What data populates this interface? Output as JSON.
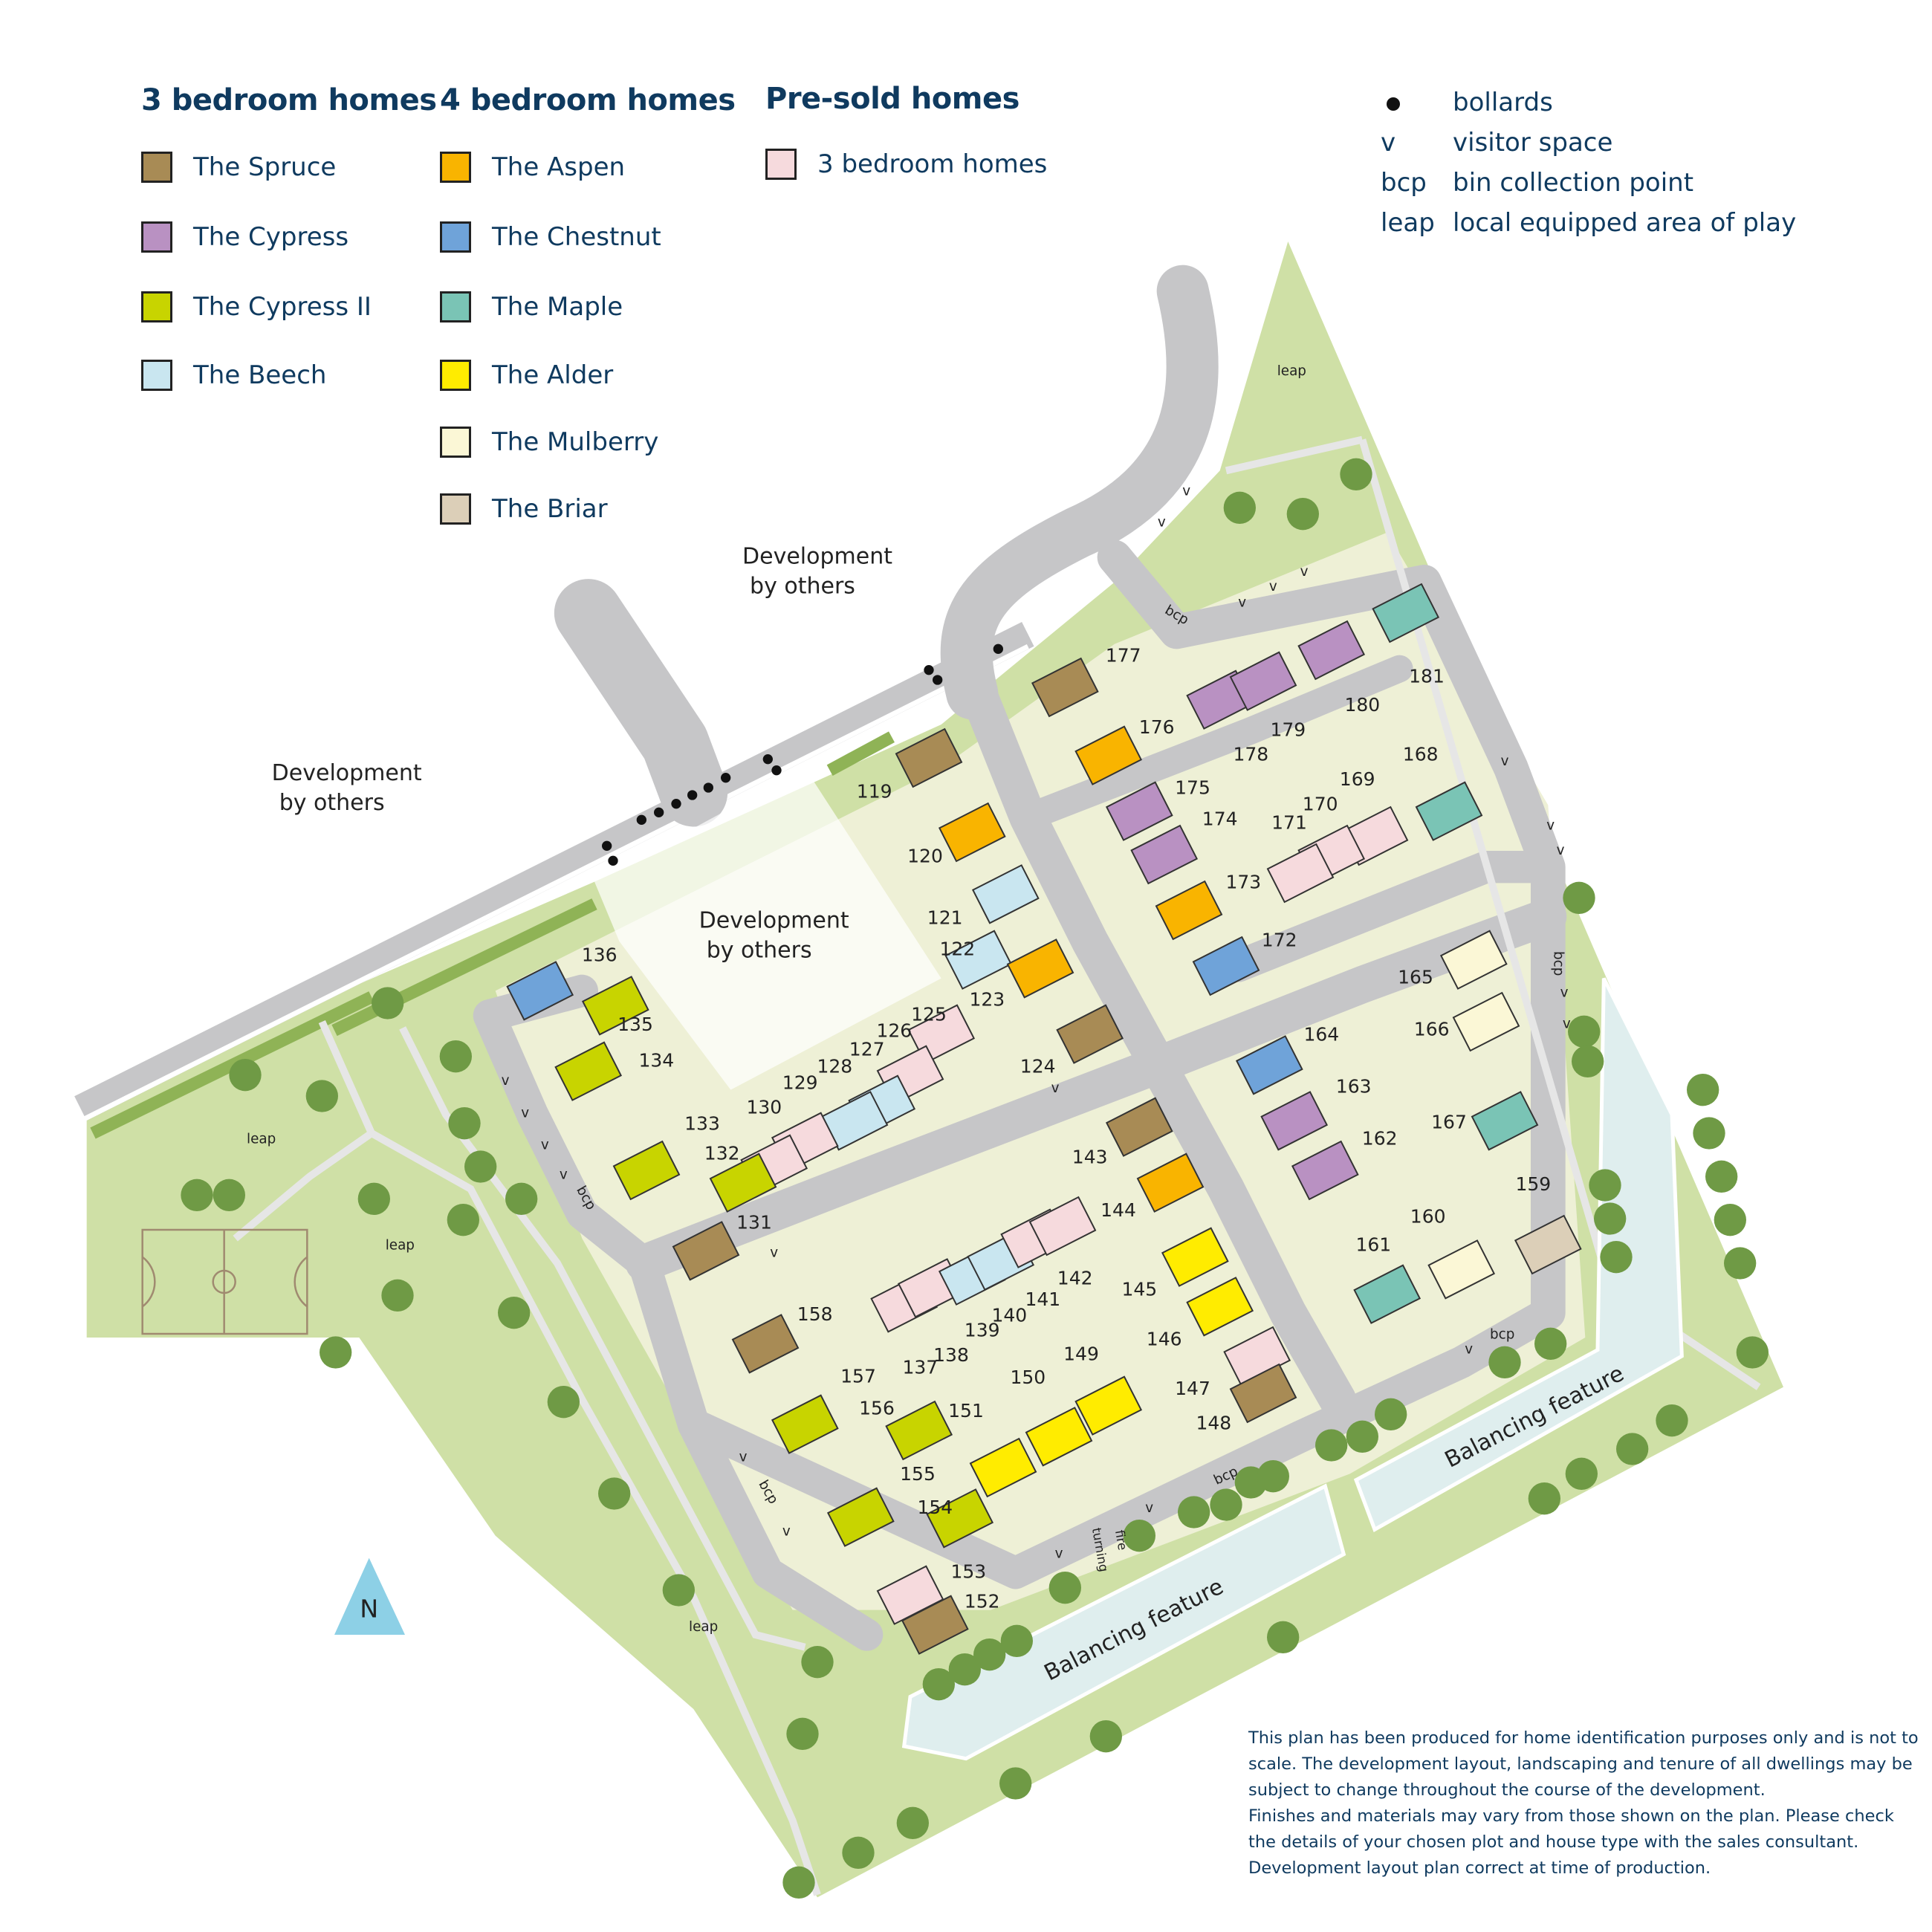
{
  "legend": {
    "three_bed": {
      "heading": "3 bedroom homes",
      "items": [
        {
          "key": "spruce",
          "label": "The Spruce"
        },
        {
          "key": "cypress",
          "label": "The Cypress"
        },
        {
          "key": "cypress2",
          "label": "The Cypress II"
        },
        {
          "key": "beech",
          "label": "The Beech"
        }
      ]
    },
    "four_bed": {
      "heading": "4 bedroom homes",
      "items": [
        {
          "key": "aspen",
          "label": "The Aspen"
        },
        {
          "key": "chestnut",
          "label": "The Chestnut"
        },
        {
          "key": "maple",
          "label": "The Maple"
        },
        {
          "key": "alder",
          "label": "The Alder"
        },
        {
          "key": "mulberry",
          "label": "The Mulberry"
        },
        {
          "key": "briar",
          "label": "The Briar"
        }
      ]
    },
    "pre_sold": {
      "heading": "Pre-sold homes",
      "items": [
        {
          "key": "presold",
          "label": "3 bedroom homes"
        }
      ]
    }
  },
  "key": [
    {
      "symbol": "bullet",
      "text": "bollards"
    },
    {
      "symbol": "v",
      "text": "visitor space"
    },
    {
      "symbol": "bcp",
      "text": "bin collection point"
    },
    {
      "symbol": "leap",
      "text": "local equipped area of play"
    }
  ],
  "colors": {
    "spruce": "#a88b55",
    "cypress": "#b991c2",
    "cypress2": "#c8d400",
    "beech": "#c9e6f0",
    "aspen": "#f9b400",
    "chestnut": "#6fa3d9",
    "maple": "#7ac4b5",
    "alder": "#ffec00",
    "mulberry": "#fbf7d6",
    "briar": "#dccfb8",
    "presold": "#f6dadd",
    "text": "#0f3a5f",
    "grass": "#cfe0a6",
    "road": "#c6c6c8",
    "water": "#dfeeee",
    "tree": "#6f9a45",
    "north": "#8dd0e6"
  },
  "map": {
    "development_by_others": [
      [
        "Development",
        "by others"
      ],
      [
        "Development",
        "by others"
      ],
      [
        "Development",
        "by others"
      ]
    ],
    "balancing_feature": [
      "Balancing feature",
      "Balancing feature"
    ],
    "leap_label": "leap",
    "bcp_label": "bcp",
    "visitor_label": "v",
    "fire_turning": [
      "fire",
      "turning"
    ],
    "north": "N"
  },
  "plots": [
    {
      "number": "119",
      "type": "spruce"
    },
    {
      "number": "120",
      "type": "aspen"
    },
    {
      "number": "121",
      "type": "beech"
    },
    {
      "number": "122",
      "type": "beech"
    },
    {
      "number": "123",
      "type": "aspen"
    },
    {
      "number": "124",
      "type": "spruce"
    },
    {
      "number": "125",
      "type": "presold"
    },
    {
      "number": "126",
      "type": "presold"
    },
    {
      "number": "127",
      "type": "beech"
    },
    {
      "number": "128",
      "type": "beech"
    },
    {
      "number": "129",
      "type": "presold"
    },
    {
      "number": "130",
      "type": "presold"
    },
    {
      "number": "131",
      "type": "spruce"
    },
    {
      "number": "132",
      "type": "cypress2"
    },
    {
      "number": "133",
      "type": "cypress2"
    },
    {
      "number": "134",
      "type": "cypress2"
    },
    {
      "number": "135",
      "type": "cypress2"
    },
    {
      "number": "136",
      "type": "chestnut"
    },
    {
      "number": "137",
      "type": "presold"
    },
    {
      "number": "138",
      "type": "presold"
    },
    {
      "number": "139",
      "type": "beech"
    },
    {
      "number": "140",
      "type": "beech"
    },
    {
      "number": "141",
      "type": "presold"
    },
    {
      "number": "142",
      "type": "presold"
    },
    {
      "number": "143",
      "type": "spruce"
    },
    {
      "number": "144",
      "type": "aspen"
    },
    {
      "number": "145",
      "type": "alder"
    },
    {
      "number": "146",
      "type": "alder"
    },
    {
      "number": "147",
      "type": "presold"
    },
    {
      "number": "148",
      "type": "spruce"
    },
    {
      "number": "149",
      "type": "alder"
    },
    {
      "number": "150",
      "type": "alder"
    },
    {
      "number": "151",
      "type": "alder"
    },
    {
      "number": "152",
      "type": "spruce"
    },
    {
      "number": "153",
      "type": "presold"
    },
    {
      "number": "154",
      "type": "cypress2"
    },
    {
      "number": "155",
      "type": "cypress2"
    },
    {
      "number": "156",
      "type": "cypress2"
    },
    {
      "number": "157",
      "type": "cypress2"
    },
    {
      "number": "158",
      "type": "spruce"
    },
    {
      "number": "159",
      "type": "briar"
    },
    {
      "number": "160",
      "type": "mulberry"
    },
    {
      "number": "161",
      "type": "maple"
    },
    {
      "number": "162",
      "type": "cypress"
    },
    {
      "number": "163",
      "type": "cypress"
    },
    {
      "number": "164",
      "type": "chestnut"
    },
    {
      "number": "165",
      "type": "mulberry"
    },
    {
      "number": "166",
      "type": "mulberry"
    },
    {
      "number": "167",
      "type": "maple"
    },
    {
      "number": "168",
      "type": "maple"
    },
    {
      "number": "169",
      "type": "presold"
    },
    {
      "number": "170",
      "type": "presold"
    },
    {
      "number": "171",
      "type": "presold"
    },
    {
      "number": "172",
      "type": "chestnut"
    },
    {
      "number": "173",
      "type": "aspen"
    },
    {
      "number": "174",
      "type": "cypress"
    },
    {
      "number": "175",
      "type": "cypress"
    },
    {
      "number": "176",
      "type": "aspen"
    },
    {
      "number": "177",
      "type": "spruce"
    },
    {
      "number": "178",
      "type": "cypress"
    },
    {
      "number": "179",
      "type": "cypress"
    },
    {
      "number": "180",
      "type": "cypress"
    },
    {
      "number": "181",
      "type": "maple"
    }
  ],
  "disclaimer": [
    "This plan has been produced for home identification purposes only and is not to",
    "scale. The development layout, landscaping and tenure of all dwellings may be",
    "subject to change throughout the course of the development.",
    "Finishes and materials may vary from those shown on the plan. Please check",
    "the details of your chosen plot and house type with the sales consultant.",
    "Development layout plan correct at time of production."
  ]
}
